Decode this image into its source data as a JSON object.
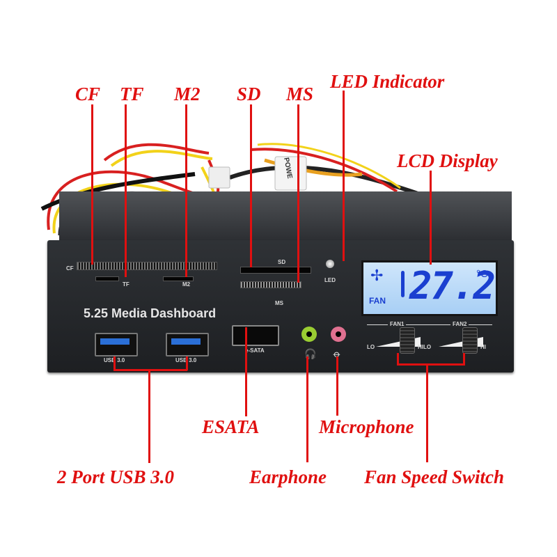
{
  "callouts": {
    "cf": "CF",
    "tf": "TF",
    "m2": "M2",
    "sd": "SD",
    "ms": "MS",
    "led": "LED Indicator",
    "lcd": "LCD Display",
    "esata": "ESATA",
    "microphone": "Microphone",
    "usb": "2 Port USB 3.0",
    "earphone": "Earphone",
    "fan_speed": "Fan Speed Switch"
  },
  "panel": {
    "title": "5.25 Media Dashboard",
    "cf_label": "CF",
    "tf_label": "TF",
    "m2_label": "M2",
    "sd_label": "SD",
    "ms_label": "MS",
    "led_label": "LED",
    "esata_label": "e-SATA",
    "usb1_label": "USB 3.0",
    "usb2_label": "USB 3.0",
    "fan1_label": "FAN1",
    "fan2_label": "FAN2",
    "lo1": "LO",
    "hilo": "HILO",
    "hi2": "HI",
    "cable_tag": "POWE"
  },
  "lcd": {
    "temperature": "27.2",
    "unit": "°C",
    "fan_text": "FAN"
  },
  "colors": {
    "callout": "#e01010",
    "lcd_digits": "#1a3fd0",
    "usb_blue": "#2b6fd6",
    "earphone_jack": "#9acd32",
    "mic_jack": "#e07090"
  }
}
